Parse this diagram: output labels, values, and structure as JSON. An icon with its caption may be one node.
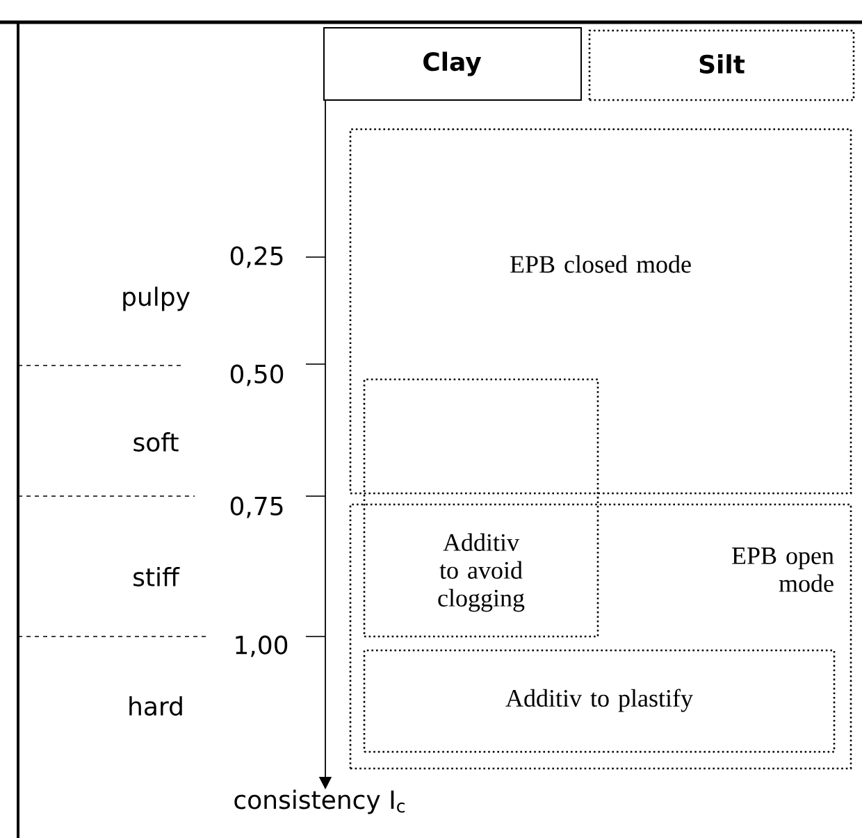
{
  "diagram": {
    "nodes": [
      {
        "text": [
          "Clay"
        ]
      },
      {
        "text": [
          "Silt"
        ]
      },
      {
        "text": [
          "EPB closed mode"
        ]
      },
      {
        "text": [
          "Additiv to avoid clogging"
        ]
      },
      {
        "text": [
          "EPB open mode"
        ]
      },
      {
        "text": [
          "Additiv to plastify"
        ],
        "in": 4
      }
    ],
    "labels": [
      "0,25",
      "pulpy",
      "0,50",
      "soft",
      "0,75",
      "stiff",
      "1,00",
      "hard",
      "consistency I$_{c}$"
    ]
  }
}
